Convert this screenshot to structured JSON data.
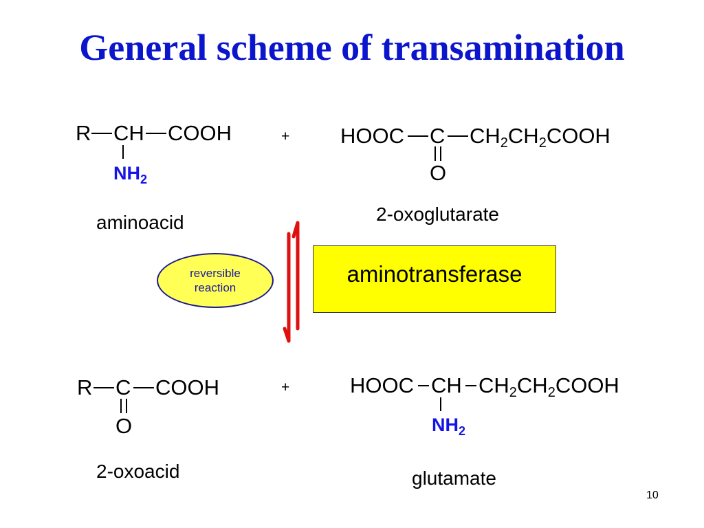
{
  "title": "General scheme of transamination",
  "reactants": {
    "aminoacid": {
      "r": "R",
      "ch": "CH",
      "cooh": "COOH",
      "nh2_main": "NH",
      "nh2_sub": "2",
      "label": "aminoacid"
    },
    "plus": "+",
    "oxoglutarate": {
      "hooc": "HOOC",
      "c": "C",
      "chain_ch1": "CH",
      "chain_sub1": "2",
      "chain_ch2": "CH",
      "chain_sub2": "2",
      "chain_cooh": "COOH",
      "o": "O",
      "label": "2-oxoglutarate"
    }
  },
  "enzyme": "aminotransferase",
  "note": {
    "line1": "reversible",
    "line2": "reaction"
  },
  "products": {
    "oxoacid": {
      "r": "R",
      "c": "C",
      "cooh": "COOH",
      "o": "O",
      "label": "2-oxoacid"
    },
    "plus": "+",
    "glutamate": {
      "hooc": "HOOC",
      "ch": "CH",
      "chain_ch1": "CH",
      "chain_sub1": "2",
      "chain_ch2": "CH",
      "chain_sub2": "2",
      "chain_cooh": "COOH",
      "nh2_main": "NH",
      "nh2_sub": "2",
      "label": "glutamate"
    }
  },
  "page_number": "10",
  "colors": {
    "title": "#0b15cc",
    "amino_group": "#1414e6",
    "arrows": "#e01010",
    "enzyme_box": "#ffff00",
    "note_fill": "#ffff55",
    "note_text": "#1a1aa6"
  }
}
